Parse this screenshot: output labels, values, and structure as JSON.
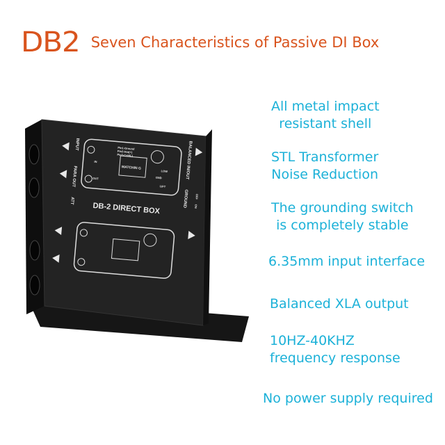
{
  "title": {
    "model": "DB2",
    "subtitle": "Seven Characteristics of Passive DI Box"
  },
  "features": [
    {
      "lines": [
        "All metal impact",
        "resistant shell"
      ]
    },
    {
      "lines": [
        "STL Transformer",
        "Noise Reduction"
      ]
    },
    {
      "lines": [
        "The grounding switch",
        "is completely stable"
      ]
    },
    {
      "lines": [
        "6.35mm input interface"
      ]
    },
    {
      "lines": [
        "Balanced XLA output"
      ]
    },
    {
      "lines": [
        "10HZ-40KHZ",
        "frequency response"
      ]
    },
    {
      "lines": [
        "No power supply required"
      ]
    }
  ],
  "device": {
    "name": "DB-2 DIRECT BOX",
    "input": "INPUT",
    "para_out": "PARA OUT",
    "att": "ATT",
    "balanced": "BALANCED IN/OUT",
    "ground": "GROUND",
    "on": "ON",
    "off": "OFF",
    "matching": "MATCHIN G",
    "pins": [
      "Pin1-Ground",
      "Pin2-Hot(+)",
      "Pin3-Cold(-)"
    ],
    "low": "LOW",
    "gnd": "GND",
    "lift": "LIFT",
    "in": "IN",
    "out": "OUT"
  },
  "colors": {
    "title": "#d9541e",
    "feature": "#1cb1d8",
    "device": "#1e1e1e"
  }
}
